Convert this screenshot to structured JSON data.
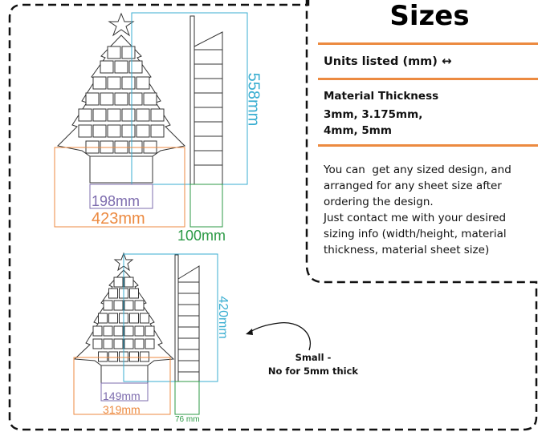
{
  "colors": {
    "orange": "#ec8a40",
    "purple": "#7d6cae",
    "green": "#2c9a46",
    "cyan": "#3aaed1",
    "line": "#333333"
  },
  "header": {
    "title": "Sizes"
  },
  "units": {
    "label": "Units listed (mm)",
    "icon": "left-right-arrow-icon",
    "glyph": "↔"
  },
  "material": {
    "heading": "Material Thickness",
    "line1": "3mm, 3.175mm,",
    "line2": "4mm, 5mm"
  },
  "info": {
    "line1": "You can  get any sized design, and",
    "line2": "arranged for any sheet size after",
    "line3": "ordering the design.",
    "line4": "Just contact me with your desired",
    "line5": "sizing info (width/height, material",
    "line6": "thickness, material sheet size)"
  },
  "large": {
    "height": "558mm",
    "width_top": "198mm",
    "width_base": "423mm",
    "depth": "100mm"
  },
  "small": {
    "height": "420mm",
    "width_top": "149mm",
    "width_base": "319mm",
    "depth": "76 mm",
    "note_line1": "Small -",
    "note_line2": "No for 5mm thick"
  }
}
